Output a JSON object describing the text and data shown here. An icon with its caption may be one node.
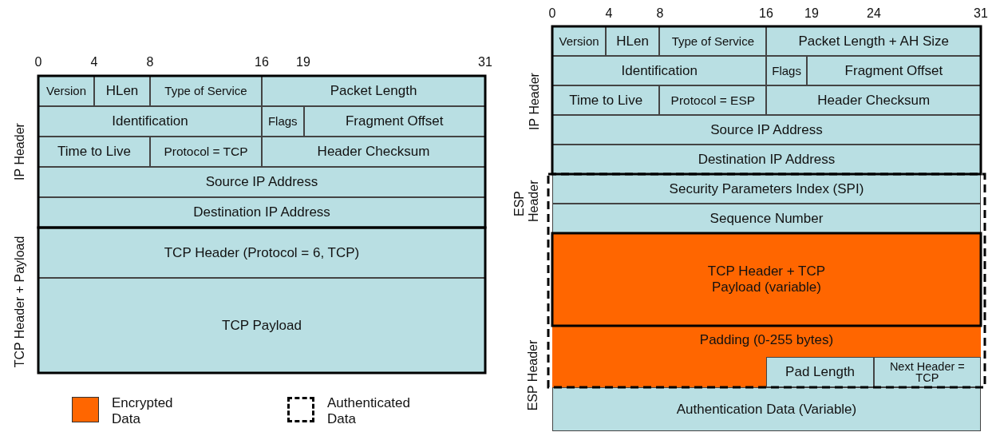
{
  "diagram": {
    "nodes": [
      {
        "text": [
          "Version"
        ]
      },
      {
        "text": [
          "HLen"
        ]
      },
      {
        "text": [
          "Type of Service"
        ]
      },
      {
        "text": [
          "Packet Length"
        ]
      },
      {
        "text": [
          "Identification"
        ]
      },
      {
        "text": [
          "Flags"
        ]
      },
      {
        "text": [
          "Fragment Offset"
        ]
      },
      {
        "text": [
          "Time to Live"
        ]
      },
      {
        "text": [
          "Protocol = TCP"
        ]
      },
      {
        "text": [
          "Header Checksum"
        ]
      },
      {
        "text": [
          "Source IP Address"
        ]
      },
      {
        "text": [
          "Destination IP Address"
        ]
      },
      {
        "text": [
          "TCP Header (Protocol = 6, TCP)"
        ]
      },
      {
        "text": [
          "TCP Payload"
        ]
      },
      {
        "text": [
          "Version"
        ]
      },
      {
        "text": [
          "HLen"
        ]
      },
      {
        "text": [
          "Type of Service"
        ]
      },
      {
        "text": [
          "Packet Length + AH Size"
        ]
      },
      {
        "text": [
          "Identification"
        ]
      },
      {
        "text": [
          "Flags"
        ]
      },
      {
        "text": [
          "Fragment Offset"
        ]
      },
      {
        "text": [
          "Time to Live"
        ]
      },
      {
        "text": [
          "Protocol = ESP"
        ]
      },
      {
        "text": [
          "Header Checksum"
        ]
      },
      {
        "text": [
          "Source IP Address"
        ]
      },
      {
        "text": [
          "Destination IP Address"
        ]
      },
      {
        "text": [
          "Security Parameters Index (SPI)"
        ]
      },
      {
        "text": [
          "Sequence Number"
        ]
      },
      {
        "text": [
          "TCP Header + TCP Payload (variable)"
        ]
      },
      {
        "text": [
          "Padding (0-255 bytes)"
        ]
      },
      {
        "text": [
          "Pad Length"
        ],
        "in": 29
      },
      {
        "text": [
          "Next Header = TCP"
        ],
        "in": 29
      },
      {
        "text": [
          "Authentication Data (Variable)"
        ]
      }
    ],
    "labels": [
      "0",
      "4",
      "8",
      "16",
      "19",
      "31",
      "IP Header",
      "TCP Header + Payload",
      "0",
      "4",
      "8",
      "16",
      "19",
      "24",
      "31",
      "IP Header",
      "ESP Header",
      "ESP Header"
    ],
    "legend": [
      {
        "text": "Encrypted Data",
        "color": "#ff6600"
      },
      {
        "text": "Authenticated Data"
      }
    ]
  }
}
